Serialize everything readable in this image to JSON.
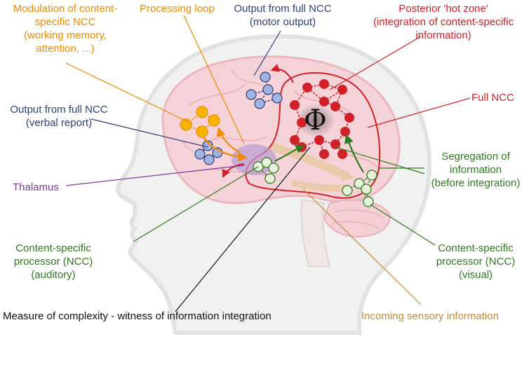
{
  "labels": {
    "modulation": [
      "Modulation of content-",
      "specific NCC",
      "(working memory,",
      "attention, ...)"
    ],
    "processing_loop": "Processing loop",
    "motor_output": [
      "Output from full NCC",
      "(motor output)"
    ],
    "hot_zone": [
      "Posterior 'hot zone'",
      "(integration of content-specific",
      "information)"
    ],
    "full_ncc": "Full NCC",
    "verbal_output": [
      "Output from full NCC",
      "(verbal report)"
    ],
    "segregation": [
      "Segregation of",
      "information",
      "(before integration)"
    ],
    "thalamus": "Thalamus",
    "auditory": [
      "Content-specific",
      "processor (NCC)",
      "(auditory)"
    ],
    "visual": [
      "Content-specific",
      "processor (NCC)",
      "(visual)"
    ],
    "complexity": "Measure of complexity - witness of information integration",
    "sensory": "Incoming sensory information",
    "phi": "Φ"
  },
  "colors": {
    "orange": "#f08a00",
    "navy": "#2f3f78",
    "red": "#d32027",
    "green": "#2f7a1f",
    "purple": "#7b3a9a",
    "tan": "#c28a3a",
    "brain": "#f3c9cf",
    "head": "#eeeeee"
  }
}
